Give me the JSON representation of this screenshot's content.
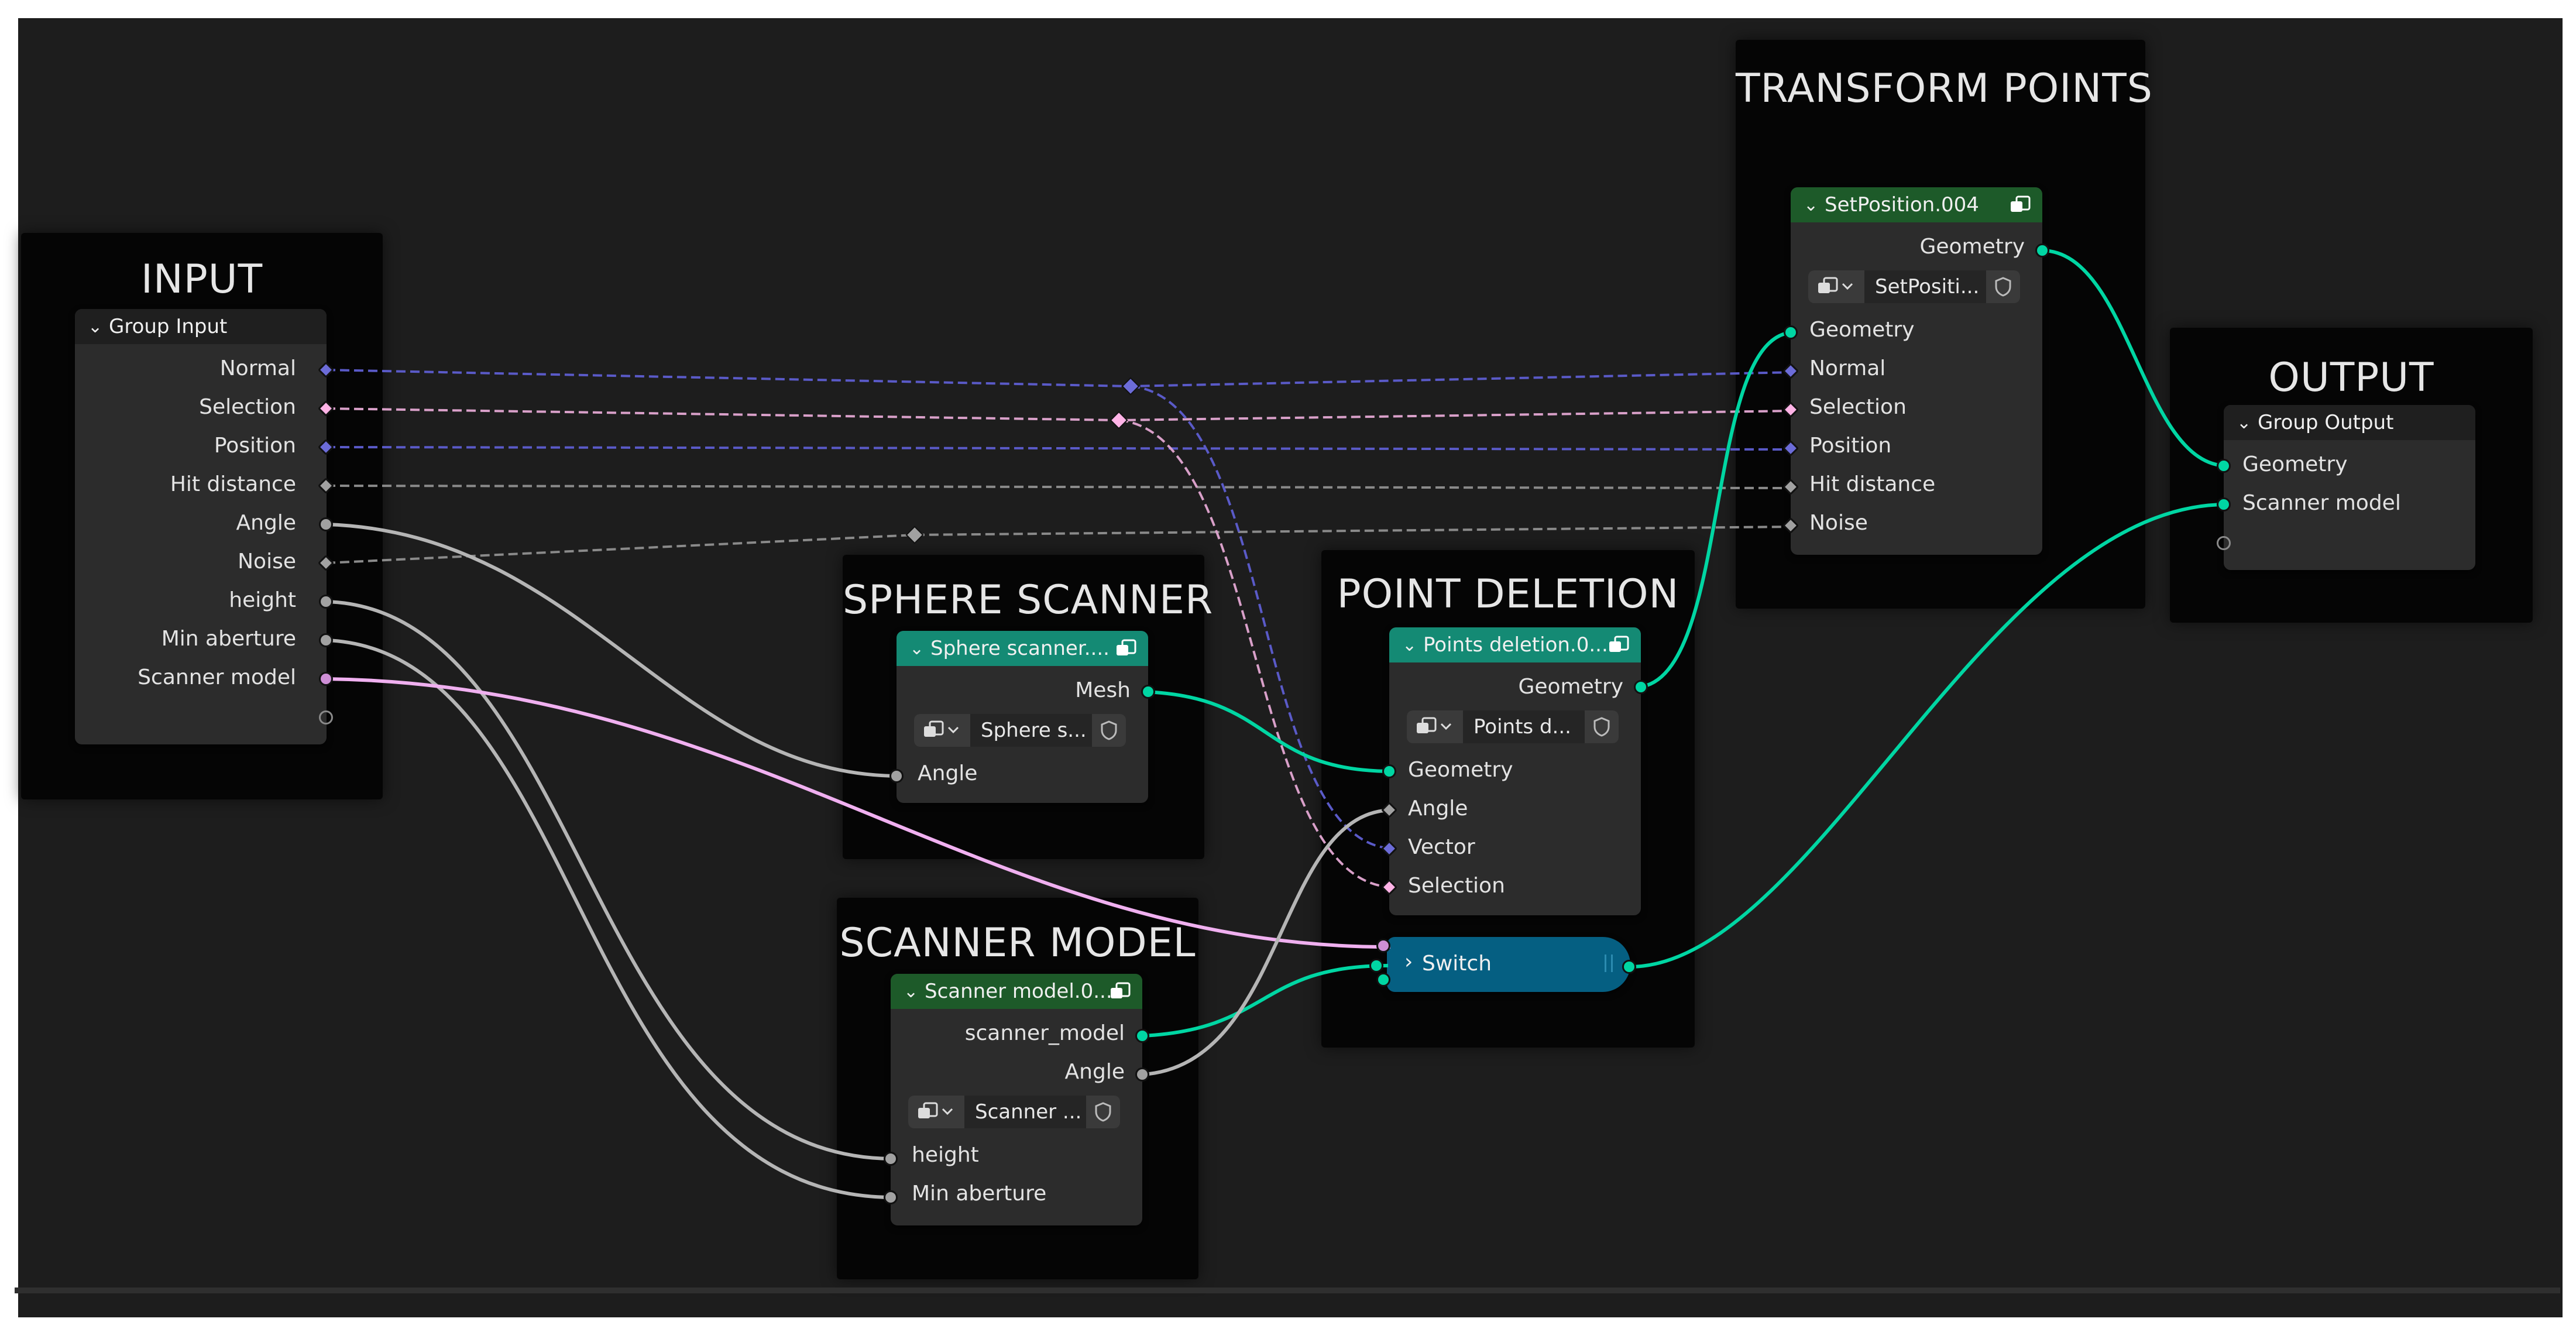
{
  "frames": {
    "input": "INPUT",
    "sphere_scanner": "SPHERE SCANNER",
    "scanner_model": "SCANNER MODEL",
    "point_deletion": "POINT DELETION",
    "transform_points": "TRANSFORM POINTS",
    "output": "OUTPUT"
  },
  "group_input": {
    "title": "Group Input",
    "outputs": [
      "Normal",
      "Selection",
      "Position",
      "Hit distance",
      "Angle",
      "Noise",
      "height",
      "Min aberture",
      "Scanner model"
    ]
  },
  "sphere_scanner_node": {
    "title": "Sphere scanner....",
    "output": "Mesh",
    "group_name": "Sphere s...",
    "input": "Angle"
  },
  "scanner_model_node": {
    "title": "Scanner model.0...",
    "outputs": [
      "scanner_model",
      "Angle"
    ],
    "group_name": "Scanner ...",
    "inputs": [
      "height",
      "Min aberture"
    ]
  },
  "points_deletion_node": {
    "title": "Points deletion.0...",
    "output": "Geometry",
    "group_name": "Points d...",
    "inputs": [
      "Geometry",
      "Angle",
      "Vector",
      "Selection"
    ]
  },
  "switch_node": {
    "label": "Switch"
  },
  "set_position_node": {
    "title": "SetPosition.004",
    "output": "Geometry",
    "group_name": "SetPositi...",
    "inputs": [
      "Geometry",
      "Normal",
      "Selection",
      "Position",
      "Hit distance",
      "Noise"
    ]
  },
  "group_output": {
    "title": "Group Output",
    "inputs": [
      "Geometry",
      "Scanner model"
    ]
  },
  "colors": {
    "editor_bg": "#1d1d1d",
    "frame_bg": "#050505",
    "node_bg": "#2c2c2c",
    "geometry_socket": "#00d6a3",
    "float_socket": "#a1a1a1",
    "vector_socket": "#6c6cd8",
    "boolean_socket": "#ce8fd6",
    "group_header_teal": "#148a74",
    "group_header_green": "#1d5a29",
    "switch_node": "#055f82"
  },
  "icons": [
    "chevron-down-icon",
    "chevron-right-icon",
    "node-group-icon",
    "fake-user-shield-icon"
  ]
}
